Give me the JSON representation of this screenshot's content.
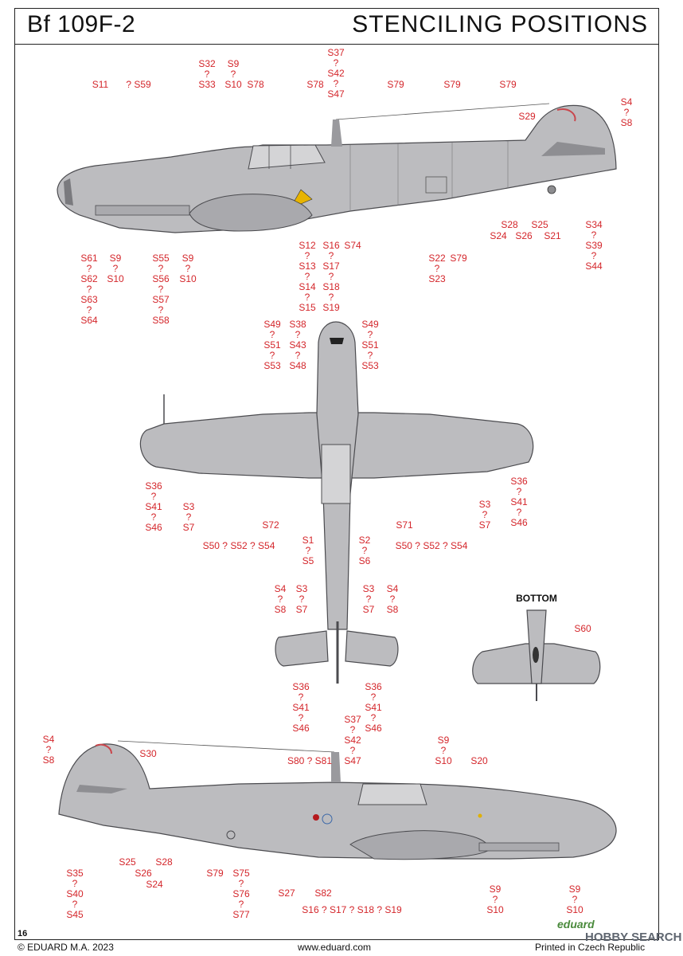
{
  "header": {
    "model": "Bf 109F-2",
    "title": "STENCILING POSITIONS"
  },
  "views": {
    "bottom": "BOTTOM"
  },
  "labels": [
    "S11",
    "? S59",
    "S32",
    "?",
    "S33",
    "S9",
    "?",
    "S10",
    "S78",
    "S78",
    "S37",
    "?",
    "S42",
    "?",
    "S47",
    "S79",
    "S79",
    "S79",
    "S4",
    "?",
    "S8",
    "S29",
    "S28",
    "S25",
    "S24",
    "S26",
    "S21",
    "S34",
    "?",
    "S39",
    "?",
    "S44",
    "S61",
    "?",
    "S62",
    "?",
    "S63",
    "?",
    "S64",
    "S9",
    "?",
    "S10",
    "S55",
    "?",
    "S56",
    "?",
    "S57",
    "?",
    "S58",
    "S9",
    "?",
    "S10",
    "S12",
    "?",
    "S13",
    "?",
    "S14",
    "?",
    "S15",
    "S16",
    "?",
    "S17",
    "?",
    "S18",
    "?",
    "S19",
    "S74",
    "S22",
    "?",
    "S23",
    "S79",
    "S49",
    "?",
    "S51",
    "?",
    "S53",
    "S38",
    "?",
    "S43",
    "?",
    "S48",
    "S49",
    "?",
    "S51",
    "?",
    "S53",
    "S36",
    "?",
    "S41",
    "?",
    "S46",
    "S3",
    "?",
    "S7",
    "S36",
    "?",
    "S41",
    "?",
    "S46",
    "S3",
    "?",
    "S7",
    "S72",
    "S71",
    "S50 ? S52 ? S54",
    "S1",
    "?",
    "S5",
    "S2",
    "?",
    "S6",
    "S50 ? S52 ? S54",
    "S4",
    "?",
    "S8",
    "S3",
    "?",
    "S7",
    "S3",
    "?",
    "S7",
    "S4",
    "?",
    "S8",
    "S36",
    "?",
    "S41",
    "?",
    "S46",
    "S36",
    "?",
    "S41",
    "?",
    "S46",
    "S60",
    "S4",
    "?",
    "S8",
    "S30",
    "S37",
    "?",
    "S42",
    "?",
    "S47",
    "S80 ? S81",
    "S9",
    "?",
    "S10",
    "S20",
    "S25",
    "S28",
    "S26",
    "S24",
    "S35",
    "?",
    "S40",
    "?",
    "S45",
    "S79",
    "S75",
    "?",
    "S76",
    "?",
    "S77",
    "S27",
    "S82",
    "S16 ? S17 ? S18 ? S19",
    "S9",
    "?",
    "S10",
    "S9",
    "?",
    "S10"
  ],
  "footer": {
    "page": "16",
    "copyright": "© EDUARD M.A. 2023",
    "url": "www.eduard.com",
    "printed": "Printed in Czech Republic",
    "brand": "eduard",
    "watermark": "HOBBY SEARCH"
  },
  "colors": {
    "label_red": "#d4262b",
    "aircraft_grey": "#bcbcbf",
    "outline": "#4b4b4f"
  }
}
